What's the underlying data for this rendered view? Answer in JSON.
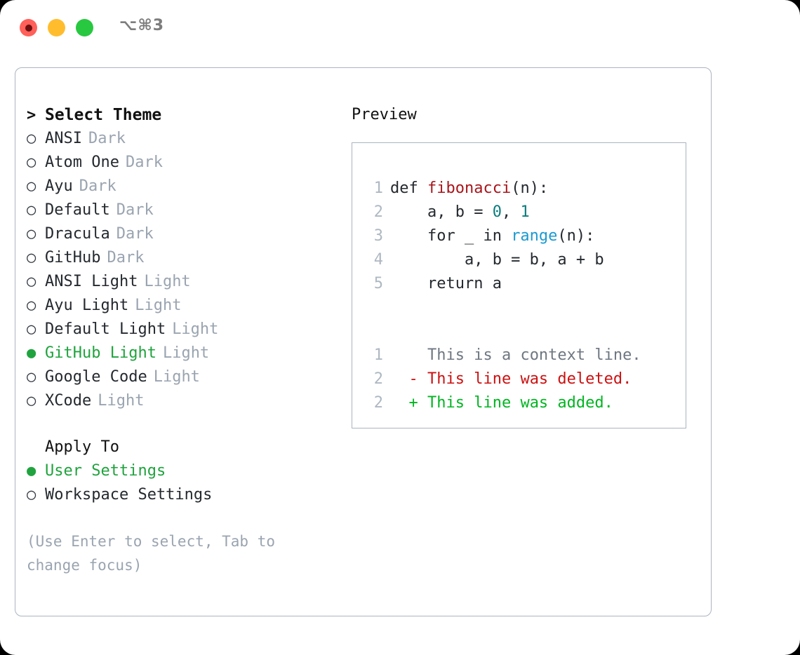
{
  "titlebar": {
    "close_icon": "traffic-light-close",
    "minimize_icon": "traffic-light-minimize",
    "maximize_icon": "traffic-light-maximize",
    "shortcut": "⌥⌘3"
  },
  "theme_picker": {
    "prompt_marker": ">",
    "heading": "Select Theme",
    "radio_off": "○",
    "radio_on": "●",
    "items": [
      {
        "name": "ANSI",
        "tag": "Dark",
        "selected": false
      },
      {
        "name": "Atom One",
        "tag": "Dark",
        "selected": false
      },
      {
        "name": "Ayu",
        "tag": "Dark",
        "selected": false
      },
      {
        "name": "Default",
        "tag": "Dark",
        "selected": false
      },
      {
        "name": "Dracula",
        "tag": "Dark",
        "selected": false
      },
      {
        "name": "GitHub",
        "tag": "Dark",
        "selected": false
      },
      {
        "name": "ANSI Light",
        "tag": "Light",
        "selected": false
      },
      {
        "name": "Ayu Light",
        "tag": "Light",
        "selected": false
      },
      {
        "name": "Default Light",
        "tag": "Light",
        "selected": false
      },
      {
        "name": "GitHub Light",
        "tag": "Light",
        "selected": true
      },
      {
        "name": "Google Code",
        "tag": "Light",
        "selected": false
      },
      {
        "name": "XCode",
        "tag": "Light",
        "selected": false
      }
    ]
  },
  "apply_to": {
    "heading": "Apply To",
    "options": [
      {
        "label": "User Settings",
        "selected": true
      },
      {
        "label": "Workspace Settings",
        "selected": false
      }
    ]
  },
  "hint": "(Use Enter to select, Tab to change focus)",
  "preview": {
    "title": "Preview",
    "code_lines": [
      {
        "no": "1",
        "tokens": [
          {
            "t": "def ",
            "c": "kw"
          },
          {
            "t": "fibonacci",
            "c": "fn"
          },
          {
            "t": "(n):",
            "c": "plain"
          }
        ]
      },
      {
        "no": "2",
        "tokens": [
          {
            "t": "    a, b = ",
            "c": "plain"
          },
          {
            "t": "0",
            "c": "num"
          },
          {
            "t": ", ",
            "c": "plain"
          },
          {
            "t": "1",
            "c": "num"
          }
        ]
      },
      {
        "no": "3",
        "tokens": [
          {
            "t": "    for _ in ",
            "c": "plain"
          },
          {
            "t": "range",
            "c": "call"
          },
          {
            "t": "(n):",
            "c": "plain"
          }
        ]
      },
      {
        "no": "4",
        "tokens": [
          {
            "t": "        a, b = b, a + b",
            "c": "plain"
          }
        ]
      },
      {
        "no": "5",
        "tokens": [
          {
            "t": "    return a",
            "c": "plain"
          }
        ]
      }
    ],
    "diff_lines": [
      {
        "no": "1",
        "sign": " ",
        "text": " This is a context line.",
        "kind": "ctx"
      },
      {
        "no": "2",
        "sign": "-",
        "text": " This line was deleted.",
        "kind": "del"
      },
      {
        "no": "2",
        "sign": "+",
        "text": " This line was added.",
        "kind": "add"
      }
    ]
  },
  "colors": {
    "accent_green": "#1fa33d",
    "muted": "#9aa4b0",
    "border": "#aab4c0",
    "fn_red": "#a8161c",
    "num_teal": "#0b7c7c",
    "call_blue": "#1a9ad0",
    "diff_del": "#cc1111",
    "diff_add": "#00b521",
    "gutter": "#aeb8c2",
    "close": "#ff6059",
    "minimize": "#ffbd2e",
    "maximize": "#28c840"
  }
}
